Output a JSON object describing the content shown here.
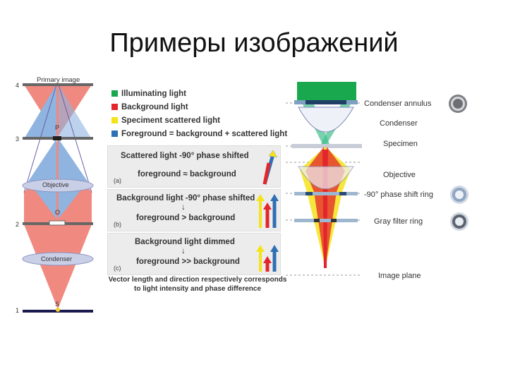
{
  "title": "Примеры изображений",
  "left_diagram": {
    "planes": [
      "4",
      "3",
      "2",
      "1"
    ],
    "primary_image": "Primary image",
    "labels": {
      "P": "P",
      "O": "O",
      "S": "S"
    },
    "objective": "Objective",
    "condenser": "Condenser"
  },
  "legend": [
    {
      "label": "Illuminating light",
      "color": "#1aa84e"
    },
    {
      "label": "Background light",
      "color": "#e3262c"
    },
    {
      "label": "Speciment scattered light",
      "color": "#f5e31a"
    },
    {
      "label": "Foreground = background + scattered light",
      "color": "#2f6fb3"
    }
  ],
  "boxes": [
    {
      "line1": "Scattered light -90° phase shifted",
      "line2": "foreground ≈ background",
      "tag": "(a)"
    },
    {
      "line1": "Background light -90° phase shifted",
      "arrow": "↓",
      "line2": "foreground > background",
      "tag": "(b)"
    },
    {
      "line1": "Background light dimmed",
      "arrow": "↓",
      "line2": "foreground >> background",
      "tag": "(c)"
    }
  ],
  "note": "Vector length and direction respectively corresponds to light intensity and phase difference",
  "right_labels": {
    "condenser_annulus": "Condenser annulus",
    "condenser": "Condenser",
    "specimen": "Specimen",
    "objective": "Objective",
    "phase_ring": "-90° phase shift ring",
    "gray_filter": "Gray filter ring",
    "image_plane": "Image plane"
  }
}
